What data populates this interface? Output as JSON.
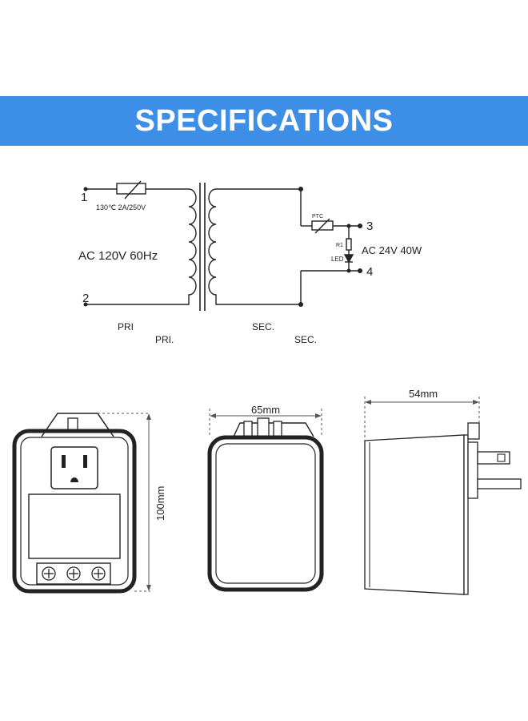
{
  "banner": {
    "title": "SPECIFICATIONS",
    "color": "#3d8ee6"
  },
  "schematic": {
    "terminal_1": "1",
    "terminal_2": "2",
    "terminal_3": "3",
    "terminal_4": "4",
    "fuse_rating": "130℃ 2A/250V",
    "primary_input": "AC 120V 60Hz",
    "secondary_output": "AC 24V 40W",
    "ptc_label": "PTC",
    "resistor_label": "R1",
    "led_label": "LED",
    "pri_label_1": "PRI",
    "pri_label_2": "PRI.",
    "sec_label_1": "SEC.",
    "sec_label_2": "SEC."
  },
  "dimensions": {
    "height": "100mm",
    "width": "65mm",
    "depth": "54mm"
  }
}
